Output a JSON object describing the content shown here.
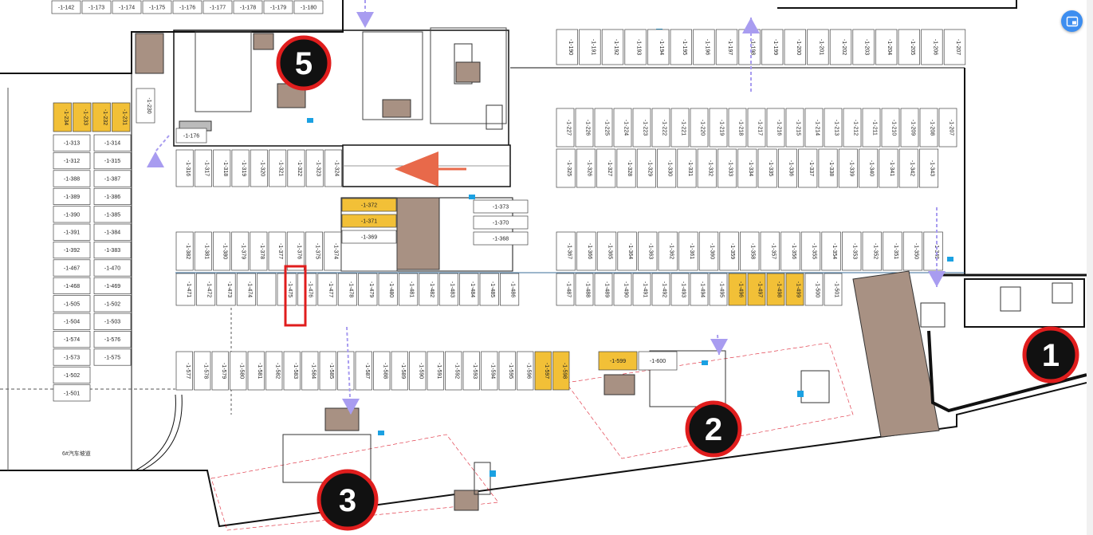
{
  "map": {
    "colors": {
      "wall": "#111111",
      "thin": "#555555",
      "stall_fill": "#ffffff",
      "stall_yellow": "#f2c037",
      "room_brown": "#a89183",
      "arrow_purple": "#a89cf0",
      "arrow_red": "#e8694a",
      "zone_circle_fill": "#111111",
      "zone_circle_ring": "#e01d1d",
      "highlight": "#e01d1d",
      "accent_blue": "#1ba1e2"
    },
    "zones": [
      {
        "id": "zone-1",
        "label": "1"
      },
      {
        "id": "zone-2",
        "label": "2"
      },
      {
        "id": "zone-3",
        "label": "3"
      },
      {
        "id": "zone-5",
        "label": "5"
      }
    ],
    "highlighted_stall": "-1-475",
    "captions": {
      "ramp_6": "6#汽车坡道"
    },
    "rows": [
      {
        "id": "top-strip",
        "labels": [
          "-1-142",
          "-1-173",
          "-1-174",
          "-1-175",
          "-1-176",
          "-1-177",
          "-1-178",
          "-1-179",
          "-1-180"
        ]
      },
      {
        "id": "row-190",
        "labels": [
          "-1-190",
          "-1-191",
          "-1-192",
          "-1-193",
          "-1-194",
          "-1-195",
          "-1-196",
          "-1-197",
          "-1-198",
          "-1-199",
          "-1-200",
          "-1-201",
          "-1-202",
          "-1-203",
          "-1-204",
          "-1-205",
          "-1-206",
          "-1-207"
        ]
      },
      {
        "id": "row-227",
        "labels": [
          "-1-227",
          "-1-226",
          "-1-225",
          "-1-224",
          "-1-223",
          "-1-222",
          "-1-221",
          "-1-220",
          "-1-219",
          "-1-218",
          "-1-217",
          "-1-216",
          "-1-215",
          "-1-214",
          "-1-213",
          "-1-212",
          "-1-211",
          "-1-210",
          "-1-209",
          "-1-208",
          "-1-207"
        ]
      },
      {
        "id": "row-325",
        "labels": [
          "-1-325",
          "-1-326",
          "-1-327",
          "-1-328",
          "-1-329",
          "-1-330",
          "-1-331",
          "-1-332",
          "-1-333",
          "-1-334",
          "-1-335",
          "-1-336",
          "-1-337",
          "-1-338",
          "-1-339",
          "-1-340",
          "-1-341",
          "-1-342",
          "-1-343"
        ]
      },
      {
        "id": "row-316",
        "labels": [
          "-1-316",
          "-1-317",
          "-1-318",
          "-1-319",
          "-1-320",
          "-1-321",
          "-1-322",
          "-1-323",
          "-1-324"
        ]
      },
      {
        "id": "row-382",
        "labels": [
          "-1-382",
          "-1-381",
          "-1-380",
          "-1-379",
          "-1-378",
          "-1-377",
          "-1-376",
          "-1-375",
          "-1-374"
        ]
      },
      {
        "id": "row-367",
        "labels": [
          "-1-367",
          "-1-366",
          "-1-365",
          "-1-364",
          "-1-363",
          "-1-362",
          "-1-361",
          "-1-360",
          "-1-359",
          "-1-358",
          "-1-357",
          "-1-356",
          "-1-355",
          "-1-354",
          "-1-353",
          "-1-352",
          "-1-351",
          "-1-350",
          "-1-349"
        ]
      },
      {
        "id": "row-471",
        "labels": [
          "-1-471",
          "-1-472",
          "-1-473",
          "-1-474",
          "",
          "-1-475",
          "-1-476",
          "-1-477",
          "-1-478",
          "-1-479",
          "-1-480",
          "-1-481",
          "-1-482",
          "-1-483",
          "-1-484",
          "-1-485",
          "-1-486"
        ]
      },
      {
        "id": "row-487",
        "labels": [
          "-1-487",
          "-1-488",
          "-1-489",
          "-1-490",
          "-1-491",
          "-1-492",
          "-1-493",
          "-1-494",
          "-1-495",
          "-1-496",
          "-1-497",
          "-1-498",
          "-1-499",
          "-1-500",
          "-1-501"
        ]
      },
      {
        "id": "row-577",
        "labels": [
          "-1-577",
          "-1-578",
          "-1-579",
          "-1-580",
          "-1-581",
          "-1-582",
          "-1-583",
          "-1-584",
          "-1-585",
          "",
          "-1-587",
          "-1-588",
          "-1-589",
          "-1-590",
          "-1-591",
          "-1-592",
          "-1-593",
          "-1-594",
          "-1-595",
          "-1-596",
          "-1-597",
          "-1-598"
        ]
      },
      {
        "id": "left-col-a",
        "labels": [
          "-1-313",
          "-1-312",
          "-1-388",
          "-1-389",
          "-1-390",
          "-1-391",
          "-1-392",
          "-1-467",
          "-1-468",
          "-1-505",
          "-1-504",
          "-1-574",
          "-1-573",
          "-1-502",
          "-1-501"
        ]
      },
      {
        "id": "left-col-b",
        "labels": [
          "-1-314",
          "-1-315",
          "-1-387",
          "-1-386",
          "-1-385",
          "-1-384",
          "-1-383",
          "-1-470",
          "-1-469",
          "-1-502",
          "-1-503",
          "-1-576",
          "-1-575"
        ]
      },
      {
        "id": "yellow-left",
        "labels": [
          "-1-234",
          "-1-233",
          "-1-232",
          "-1-231"
        ]
      },
      {
        "id": "center-stalls",
        "labels": [
          "-1-372",
          "-1-373",
          "-1-371",
          "-1-370",
          "-1-369",
          "-1-368"
        ]
      },
      {
        "id": "row-599",
        "labels": [
          "-1-599",
          "-1-600"
        ]
      },
      {
        "id": "isolated",
        "labels": [
          "-1-230",
          "-1-176"
        ]
      }
    ]
  }
}
